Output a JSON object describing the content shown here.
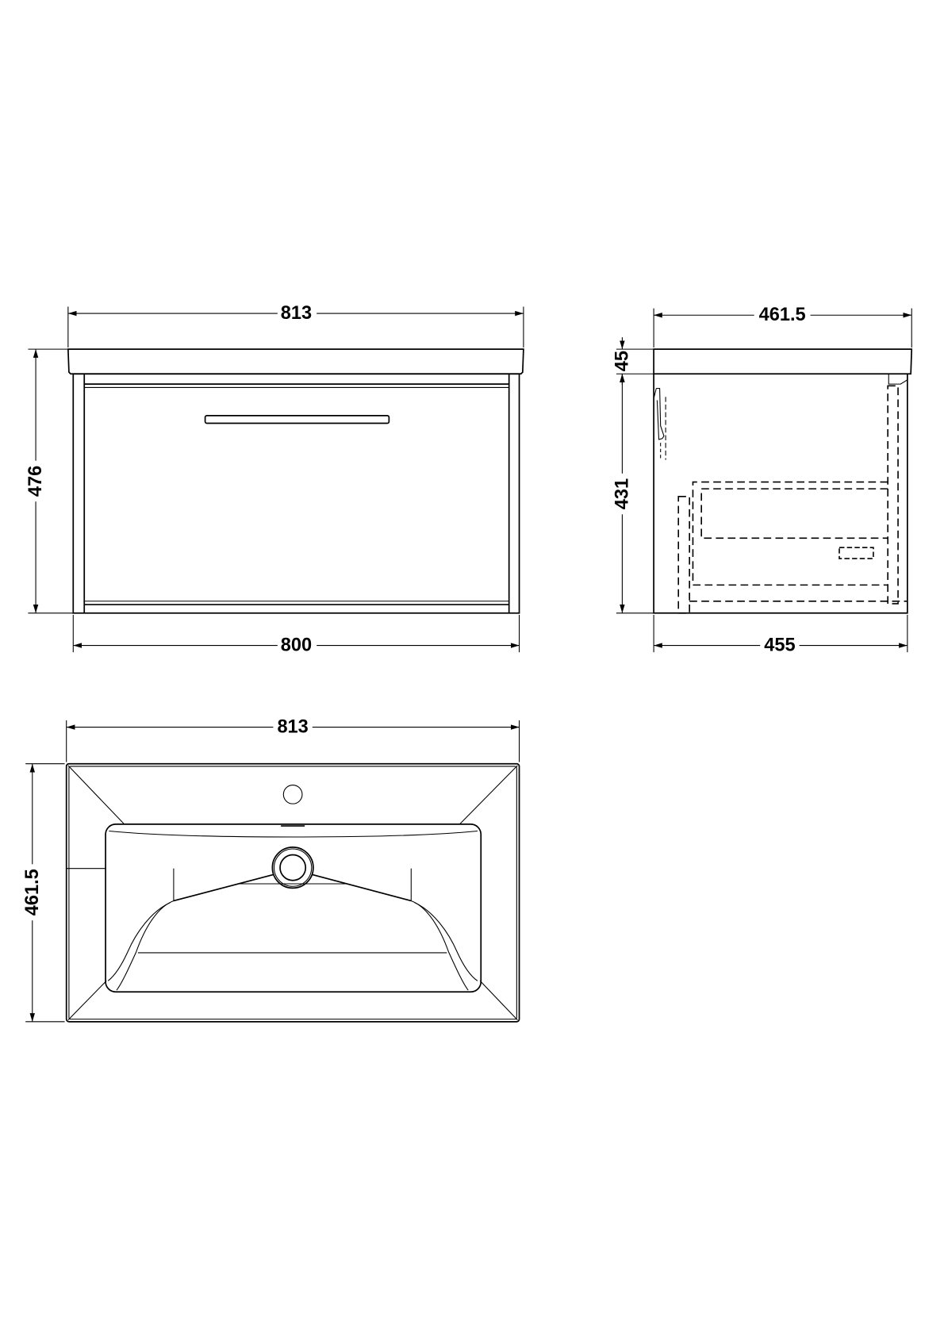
{
  "front_view": {
    "overall_width": "813",
    "carcass_width": "800",
    "overall_height": "476"
  },
  "side_view": {
    "overall_depth": "461.5",
    "carcass_depth": "455",
    "basin_thickness": "45",
    "carcass_height": "431"
  },
  "plan_view": {
    "overall_width": "813",
    "overall_depth": "461.5"
  },
  "colors": {
    "line": "#000000",
    "background": "#ffffff"
  }
}
